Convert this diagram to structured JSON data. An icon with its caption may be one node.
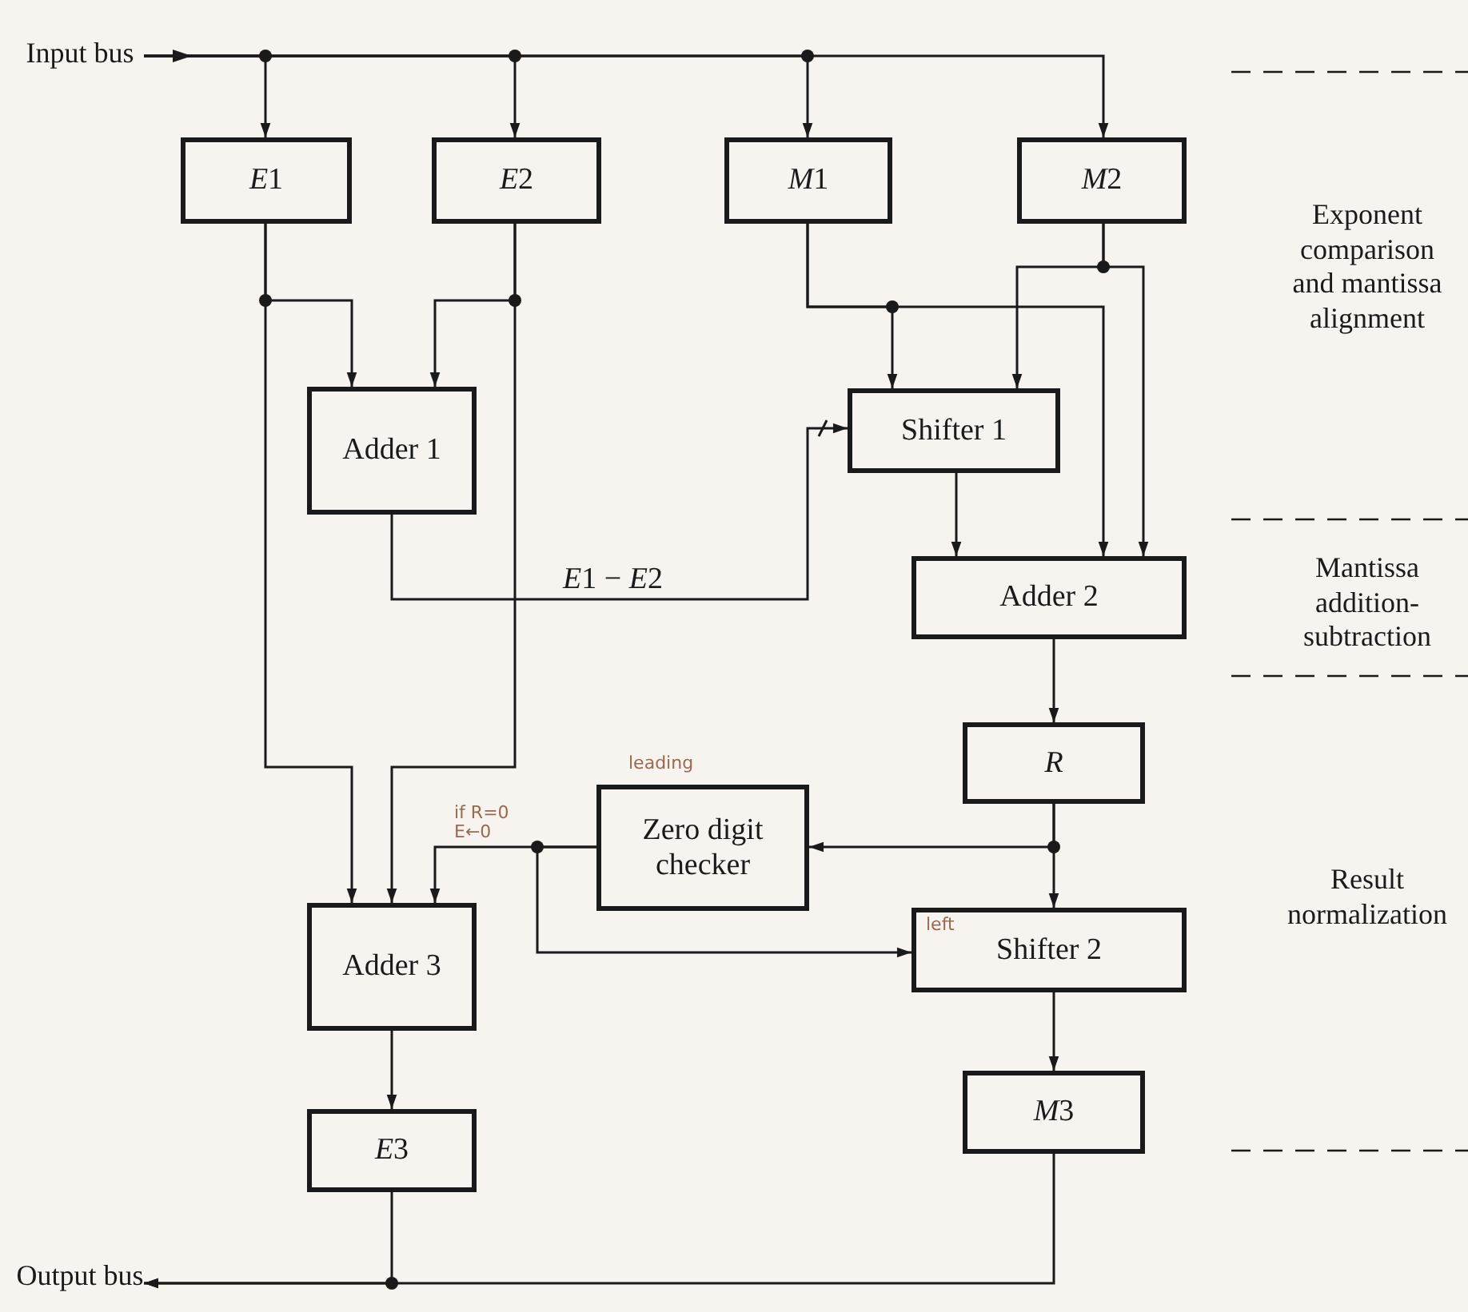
{
  "diagram": {
    "nodes": [
      {
        "text": [
          "Input bus"
        ]
      },
      {
        "text": [
          "E1"
        ]
      },
      {
        "text": [
          "E2"
        ]
      },
      {
        "text": [
          "M1"
        ]
      },
      {
        "text": [
          "M2"
        ]
      },
      {
        "text": [
          "Adder 1"
        ]
      },
      {
        "text": [
          "Shifter 1"
        ]
      },
      {
        "text": [
          "Adder 2"
        ]
      },
      {
        "text": [
          "R"
        ]
      },
      {
        "text": [
          "Zero digit checker"
        ],
        "beside": [
          "leading"
        ]
      },
      {
        "text": [
          "Adder 3"
        ]
      },
      {
        "text": [
          "left",
          "Shifter 2"
        ]
      },
      {
        "text": [
          "E3"
        ]
      },
      {
        "text": [
          "M3"
        ]
      },
      {
        "text": [
          "Output bus"
        ]
      }
    ],
    "edges": [
      {
        "from": 0,
        "to": 1,
        "arrow": "to"
      },
      {
        "from": 0,
        "to": 2,
        "arrow": "to"
      },
      {
        "from": 0,
        "to": 3,
        "arrow": "to"
      },
      {
        "from": 0,
        "to": 4,
        "arrow": "to"
      },
      {
        "from": 1,
        "to": 5,
        "arrow": "to"
      },
      {
        "from": 2,
        "to": 5,
        "arrow": "to"
      },
      {
        "from": 1,
        "to": 10,
        "arrow": "to"
      },
      {
        "from": 2,
        "to": 10,
        "arrow": "to"
      },
      {
        "from": 5,
        "to": 6,
        "label": "E1 − E2",
        "arrow": "to"
      },
      {
        "from": 3,
        "to": 6,
        "arrow": "to"
      },
      {
        "from": 4,
        "to": 6,
        "arrow": "to"
      },
      {
        "from": 3,
        "to": 7,
        "arrow": "to"
      },
      {
        "from": 4,
        "to": 7,
        "arrow": "to"
      },
      {
        "from": 6,
        "to": 7,
        "arrow": "to"
      },
      {
        "from": 7,
        "to": 8,
        "arrow": "to"
      },
      {
        "from": 8,
        "to": 9,
        "arrow": "to"
      },
      {
        "from": 8,
        "to": 11,
        "arrow": "to"
      },
      {
        "from": 9,
        "to": 10,
        "label": "if R=0 E←0",
        "arrow": "to"
      },
      {
        "from": 9,
        "to": 11,
        "arrow": "to"
      },
      {
        "from": 10,
        "to": 12,
        "arrow": "to"
      },
      {
        "from": 11,
        "to": 13,
        "arrow": "to"
      },
      {
        "from": 12,
        "to": 14,
        "arrow": "to"
      },
      {
        "from": 13,
        "to": 14,
        "arrow": "to"
      }
    ],
    "labels": [
      "Exponent comparison and mantissa alignment",
      "Mantissa addition-subtraction",
      "Result normalization"
    ]
  }
}
